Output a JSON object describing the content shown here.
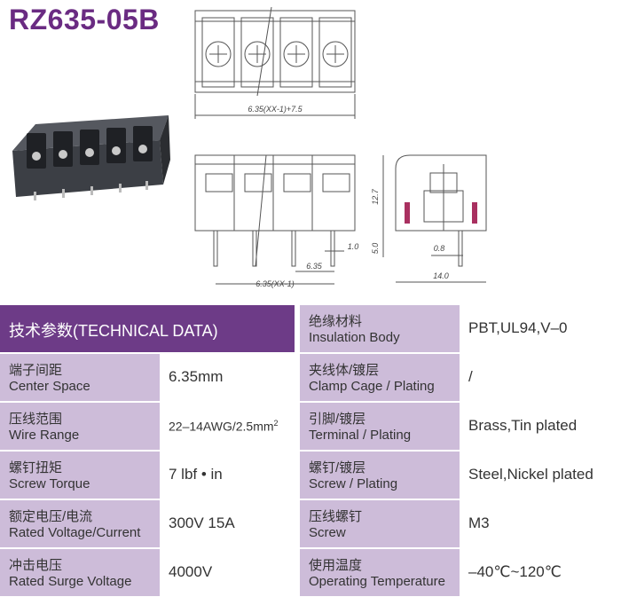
{
  "title": "RZ635-05B",
  "dims": {
    "top_width": "6.35(XX-1)+7.5",
    "pitch_total": "6.35(XX-1)",
    "pitch": "6.35",
    "pin": "1.0",
    "height": "12.7",
    "pin_len": "5.0",
    "side_pin": "0.8",
    "depth": "14.0"
  },
  "table": {
    "header": "技术参数(TECHNICAL DATA)",
    "left": [
      {
        "zh": "端子间距",
        "en": "Center Space",
        "value": "6.35mm"
      },
      {
        "zh": "压线范围",
        "en": "Wire Range",
        "value": "22–14AWG/2.5mm",
        "sup": "2"
      },
      {
        "zh": "螺钉扭矩",
        "en": "Screw Torque",
        "value": "7 lbf • in"
      },
      {
        "zh": "额定电压/电流",
        "en": "Rated Voltage/Current",
        "value": "300V 15A"
      },
      {
        "zh": "冲击电压",
        "en": "Rated Surge Voltage",
        "value": "4000V"
      }
    ],
    "right": [
      {
        "zh": "绝缘材料",
        "en": "Insulation Body",
        "value": "PBT,UL94,V–0"
      },
      {
        "zh": "夹线体/镀层",
        "en": "Clamp Cage / Plating",
        "value": "/"
      },
      {
        "zh": "引脚/镀层",
        "en": "Terminal / Plating",
        "value": "Brass,Tin plated"
      },
      {
        "zh": "螺钉/镀层",
        "en": "Screw / Plating",
        "value": "Steel,Nickel plated"
      },
      {
        "zh": "压线螺钉",
        "en": "Screw",
        "value": "M3"
      },
      {
        "zh": "使用温度",
        "en": "Operating Temperature",
        "value": "–40℃~120℃"
      }
    ]
  }
}
